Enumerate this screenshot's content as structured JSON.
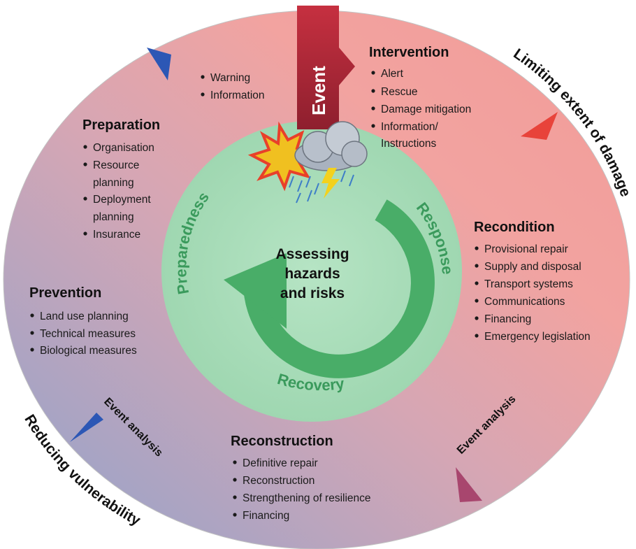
{
  "center": {
    "lines": [
      "Assessing",
      "hazards",
      "and risks"
    ]
  },
  "cycle_phases": {
    "preparedness": "Preparedness",
    "response": "Response",
    "recovery": "Recovery"
  },
  "event_label": "Event",
  "outer_labels": {
    "limiting": "Limiting extent of damage",
    "reducing": "Reducing vulnerability",
    "analysis_left": "Event analysis",
    "analysis_right": "Event analysis"
  },
  "blocks": {
    "warning": {
      "items": [
        "Warning",
        "Information"
      ]
    },
    "preparation": {
      "title": "Preparation",
      "items": [
        "Organisation",
        "Resource",
        "planning",
        "Deployment",
        "planning",
        "Insurance"
      ]
    },
    "prevention": {
      "title": "Prevention",
      "items": [
        "Land use planning",
        "Technical measures",
        "Biological measures"
      ]
    },
    "intervention": {
      "title": "Intervention",
      "items": [
        "Alert",
        "Rescue",
        "Damage mitigation",
        "Information/",
        "Instructions"
      ]
    },
    "recondition": {
      "title": "Recondition",
      "items": [
        "Provisional repair",
        "Supply and disposal",
        "Transport systems",
        "Communications",
        "Financing",
        "Emergency legislation"
      ]
    },
    "reconstruction": {
      "title": "Reconstruction",
      "items": [
        "Definitive repair",
        "Reconstruction",
        "Strengthening of resilience",
        "Financing"
      ]
    }
  },
  "colors": {
    "outer_blue": "#8fa3cc",
    "outer_pink": "#f2a3a0",
    "inner_green": "#a6dcb8",
    "arrow_green": "#49ad68",
    "event_red": "#b5283a",
    "marker_blue": "#2c57b5",
    "marker_red": "#e8433a",
    "marker_purple": "#a8466e"
  }
}
